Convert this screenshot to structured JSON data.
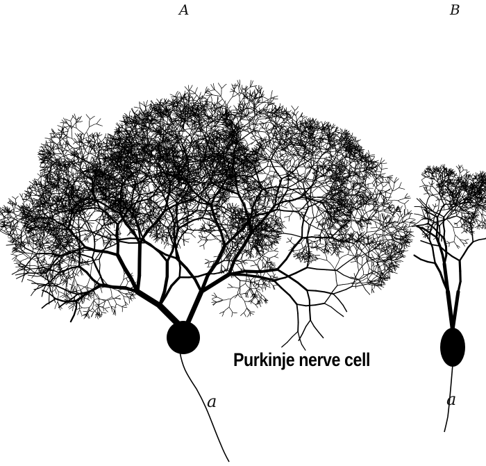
{
  "labels": {
    "cell_a": "A",
    "cell_b": "B",
    "axon_a": "a",
    "axon_b": "a"
  },
  "caption": "Purkinje nerve cell",
  "ink_color": "#000000",
  "background_color": "#ffffff"
}
